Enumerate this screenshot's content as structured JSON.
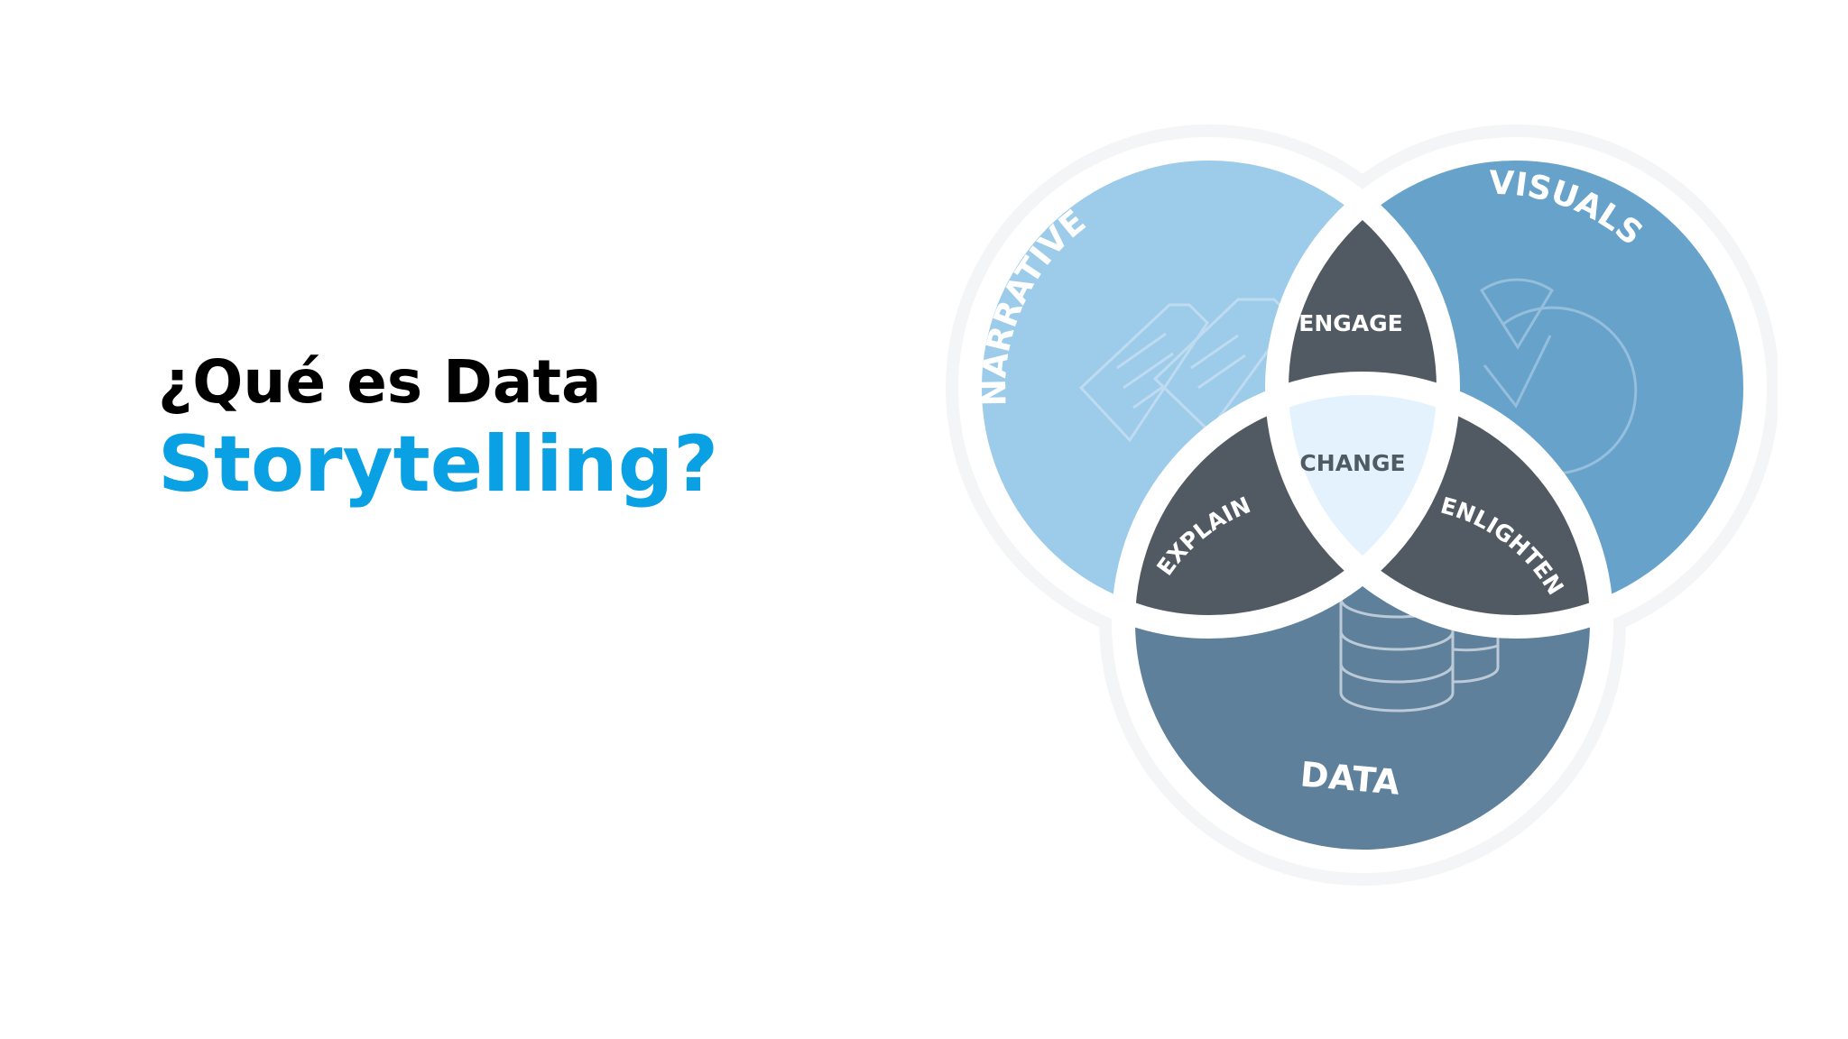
{
  "title": {
    "line1": "¿Qué es Data",
    "line2": "Storytelling?"
  },
  "diagram": {
    "circles": {
      "narrative": "NARRATIVE",
      "visuals": "VISUALS",
      "data": "DATA"
    },
    "intersections": {
      "engage": "ENGAGE",
      "explain": "EXPLAIN",
      "enlighten": "ENLIGHTEN",
      "center": "CHANGE"
    },
    "icons": {
      "narrative": "document-icon",
      "visuals": "pie-chart-icon",
      "data": "database-icon"
    }
  },
  "colors": {
    "title_primary": "#000000",
    "title_accent": "#0aa0e4",
    "narrative": "#9dcbea",
    "visuals": "#67a2cb",
    "data": "#5e809b",
    "overlap_dark": "#515a62",
    "center": "#e3f2fc",
    "center_text": "#505a63",
    "outline": "#ffffff"
  }
}
